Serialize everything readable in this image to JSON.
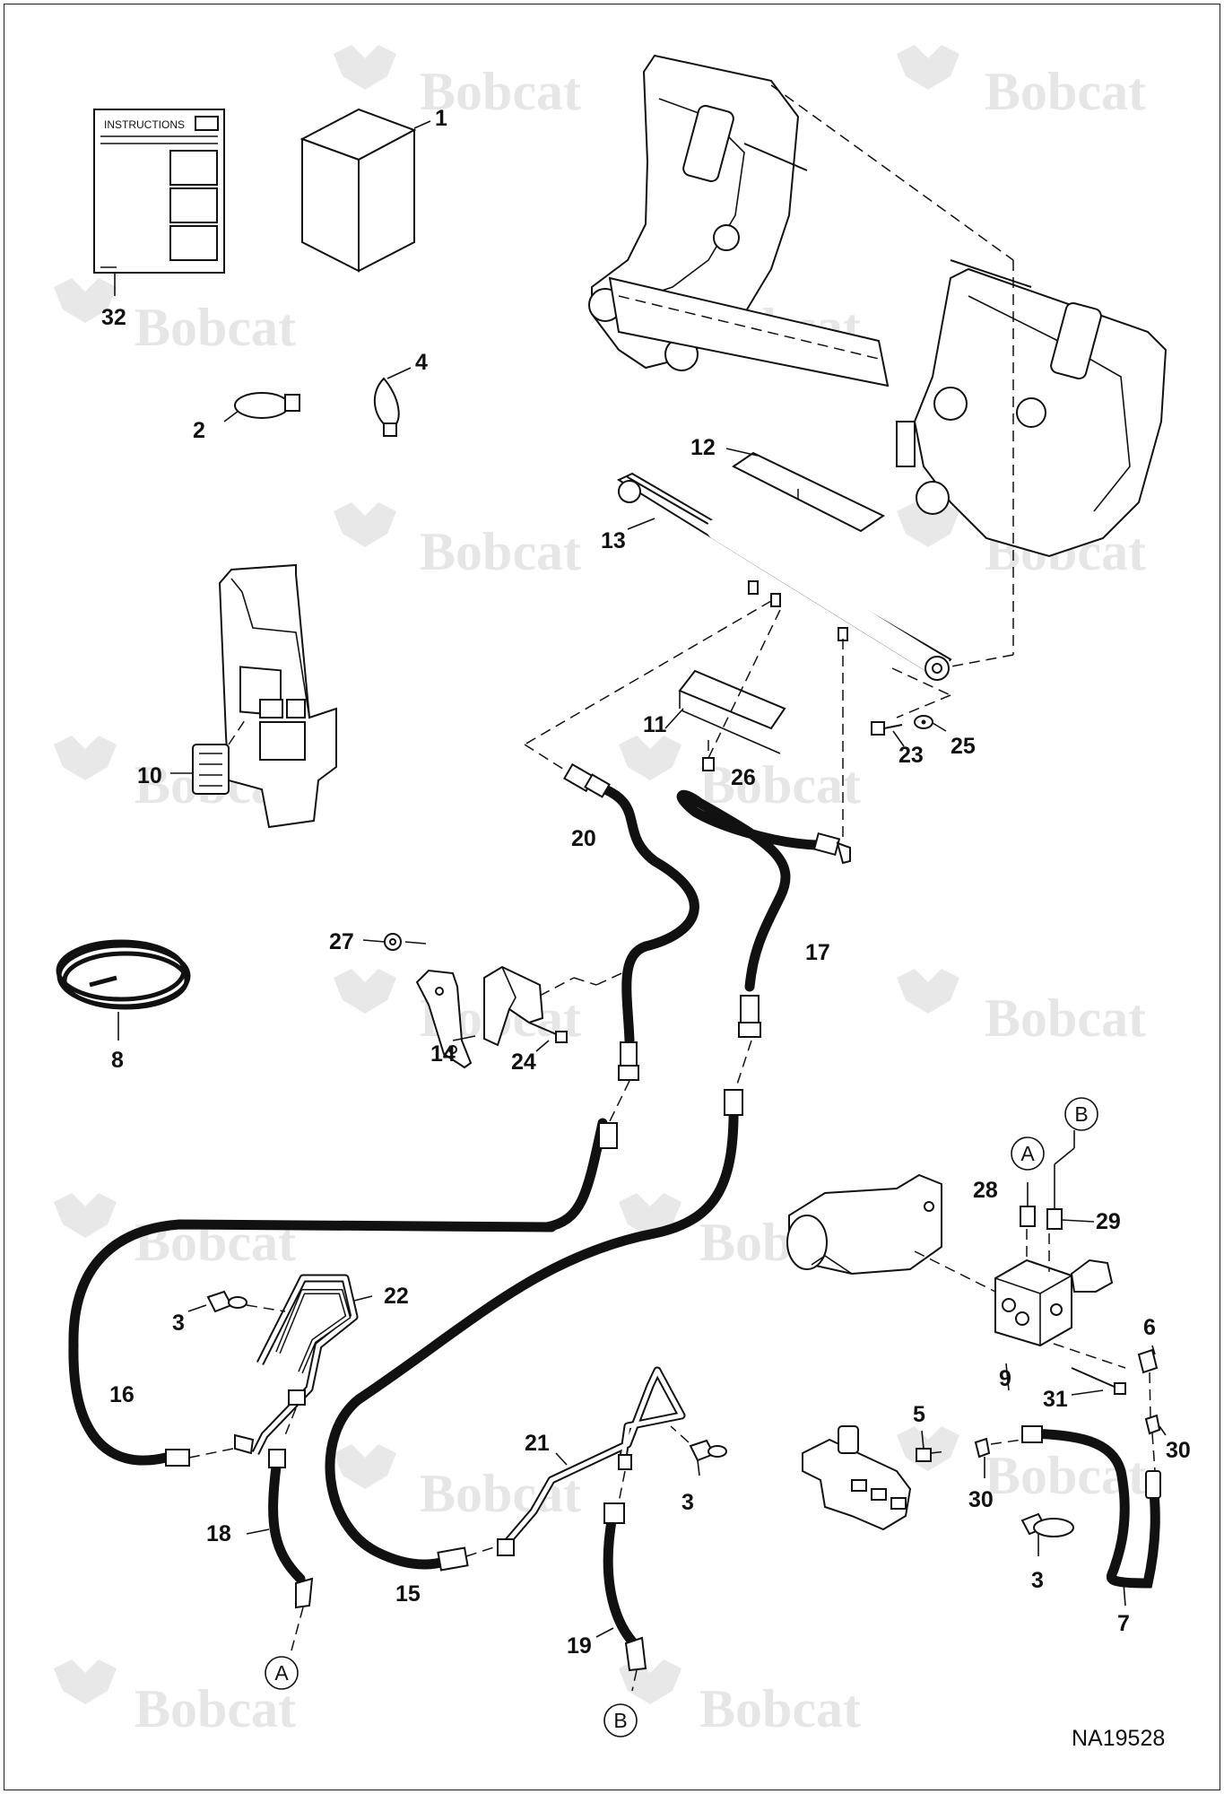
{
  "watermark": {
    "text": "Bobcat"
  },
  "instructions_sheet": {
    "title": "INSTRUCTIONS"
  },
  "drawing_ref": "NA19528",
  "callouts": [
    "1",
    "2",
    "3",
    "4",
    "5",
    "6",
    "7",
    "8",
    "9",
    "10",
    "11",
    "12",
    "13",
    "14",
    "15",
    "16",
    "17",
    "18",
    "19",
    "20",
    "21",
    "22",
    "23",
    "24",
    "25",
    "26",
    "27",
    "28",
    "29",
    "30",
    "31",
    "32"
  ],
  "connectors": {
    "a": "A",
    "b": "B"
  },
  "colors": {
    "line": "#111111",
    "watermark": "#e6e6e6",
    "background": "#ffffff"
  }
}
